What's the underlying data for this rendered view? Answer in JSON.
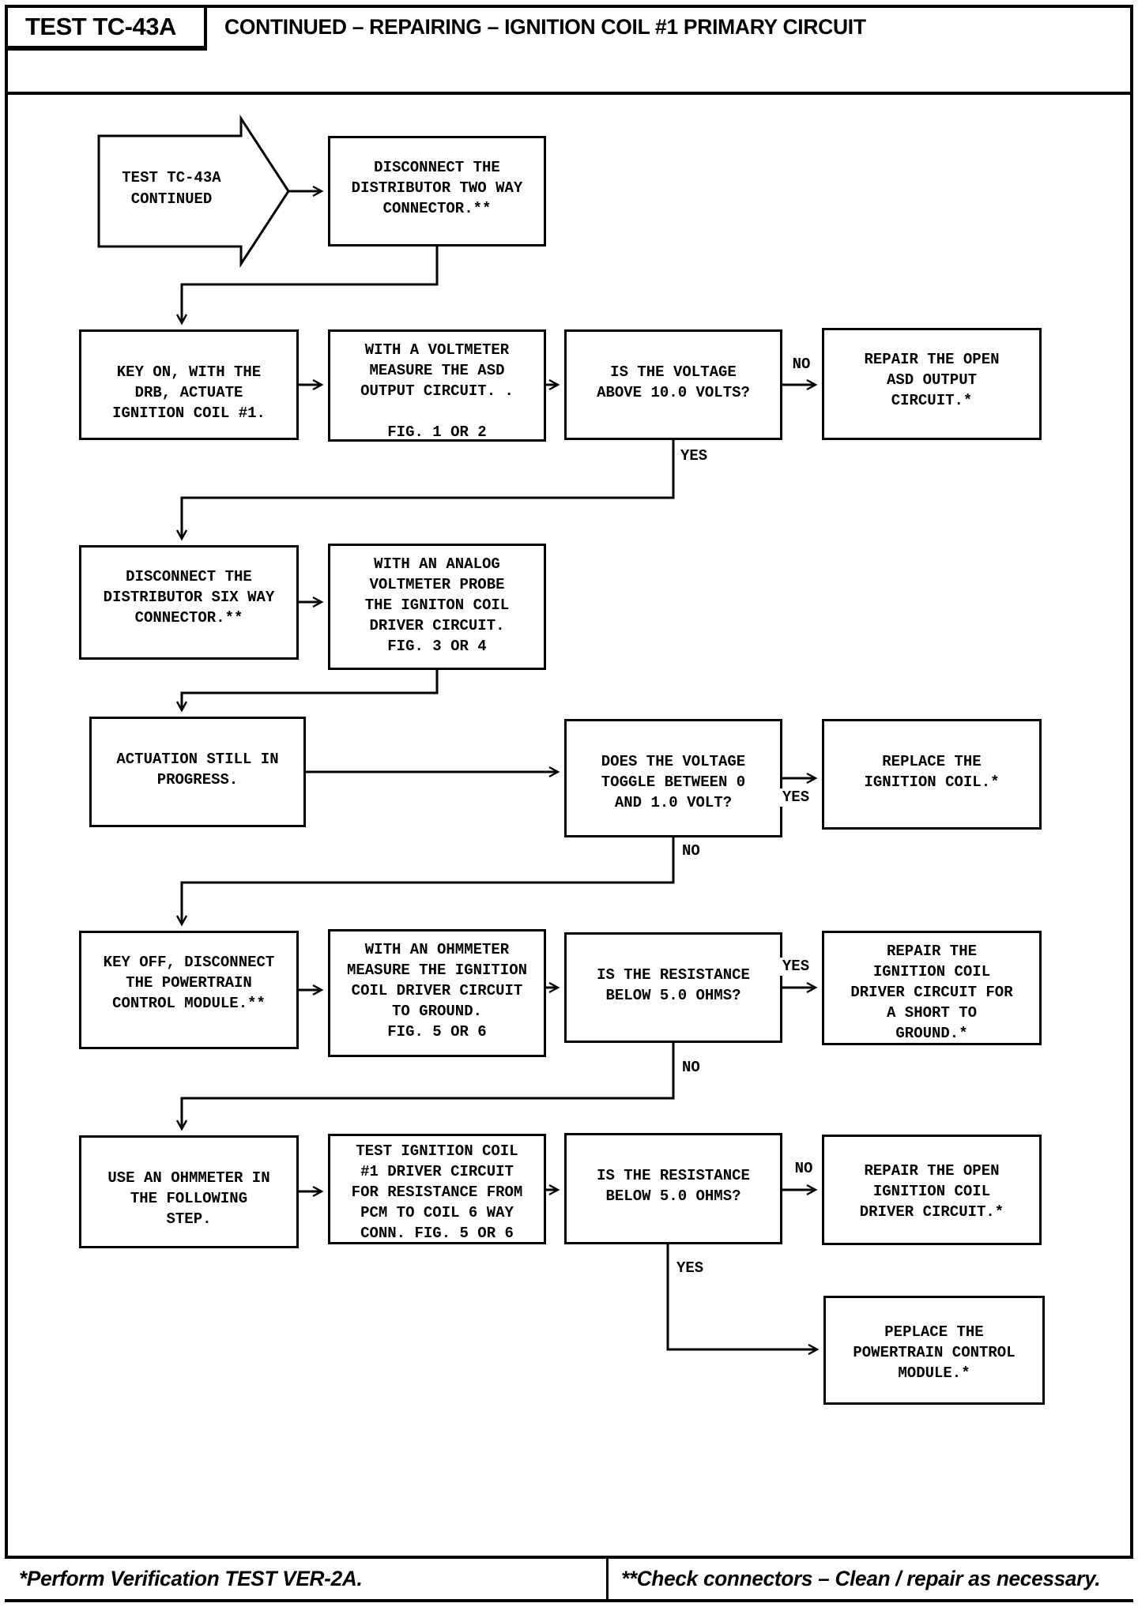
{
  "header": {
    "test_id": "TEST TC-43A",
    "title": "CONTINUED – REPAIRING – IGNITION COIL #1 PRIMARY CIRCUIT"
  },
  "start": {
    "label": "TEST TC-43A\nCONTINUED"
  },
  "nodes": {
    "disconnect_two_way": "DISCONNECT THE\nDISTRIBUTOR TWO WAY\nCONNECTOR.**",
    "key_on_actuate": "KEY ON, WITH THE\nDRB, ACTUATE\nIGNITION COIL #1.",
    "voltmeter_asd": "WITH A VOLTMETER\nMEASURE THE ASD\nOUTPUT CIRCUIT. .\n\nFIG. 1 OR 2",
    "voltage_above_10": "IS THE VOLTAGE\nABOVE 10.0 VOLTS?",
    "repair_open_asd": "REPAIR THE OPEN\nASD OUTPUT\nCIRCUIT.*",
    "disconnect_six_way": "DISCONNECT THE\nDISTRIBUTOR SIX WAY\nCONNECTOR.**",
    "analog_probe_driver": "WITH AN ANALOG\nVOLTMETER PROBE\nTHE IGNITON COIL\nDRIVER CIRCUIT.\nFIG. 3 OR 4",
    "actuation_progress": "ACTUATION STILL IN\nPROGRESS.",
    "voltage_toggle": "DOES THE VOLTAGE\nTOGGLE BETWEEN 0\nAND 1.0 VOLT?",
    "replace_ignition_coil": "REPLACE THE\nIGNITION COIL.*",
    "key_off_disconnect_pcm": "KEY OFF, DISCONNECT\nTHE POWERTRAIN\nCONTROL MODULE.**",
    "ohmmeter_driver_ground": "WITH AN OHMMETER\nMEASURE THE IGNITION\nCOIL DRIVER CIRCUIT\nTO GROUND.\nFIG. 5 OR 6",
    "resistance_below_5_first": "IS THE RESISTANCE\nBELOW 5.0 OHMS?",
    "repair_short_to_ground": "REPAIR THE\nIGNITION COIL\nDRIVER CIRCUIT FOR\nA SHORT TO\nGROUND.*",
    "use_ohmmeter_next": "USE AN OHMMETER IN\nTHE FOLLOWING\nSTEP.",
    "test_driver_resistance": "TEST IGNITION COIL\n#1 DRIVER CIRCUIT\nFOR RESISTANCE FROM\nPCM TO COIL 6 WAY\nCONN. FIG. 5 OR 6",
    "resistance_below_5_second": "IS THE RESISTANCE\nBELOW 5.0 OHMS?",
    "repair_open_driver": "REPAIR THE OPEN\nIGNITION COIL\nDRIVER CIRCUIT.*",
    "replace_pcm": "PEPLACE THE\nPOWERTRAIN CONTROL\nMODULE.*"
  },
  "labels": {
    "yes": "YES",
    "no": "NO"
  },
  "footer": {
    "left": "*Perform Verification TEST VER-2A.",
    "right": "**Check connectors – Clean / repair as necessary."
  },
  "colors": {
    "ink": "#000000",
    "paper": "#ffffff"
  }
}
